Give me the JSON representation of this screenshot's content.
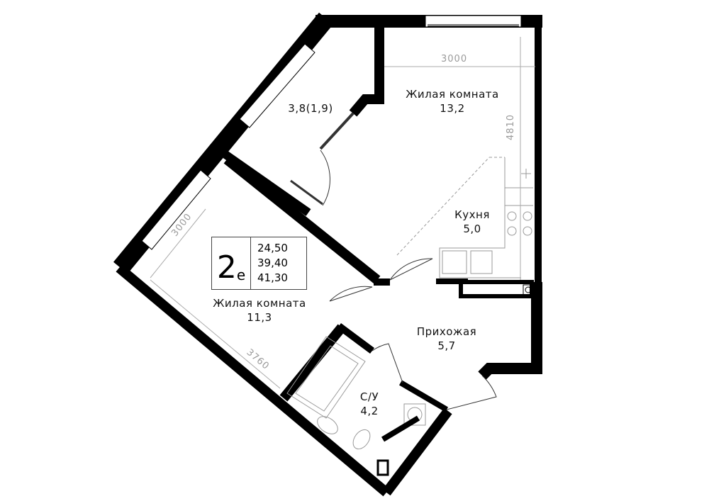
{
  "plan": {
    "unit_type_number": "2",
    "unit_type_suffix": "е",
    "areas": [
      "24,50",
      "39,40",
      "41,30"
    ]
  },
  "rooms": [
    {
      "name": "Жилая комната",
      "area": "13,2"
    },
    {
      "name": "3,8(1,9)",
      "area": ""
    },
    {
      "name": "Кухня",
      "area": "5,0"
    },
    {
      "name": "Жилая комната",
      "area": "11,3"
    },
    {
      "name": "Прихожая",
      "area": "5,7"
    },
    {
      "name": "С/У",
      "area": "4,2"
    }
  ],
  "dimensions": {
    "living1_width": "3000",
    "living1_depth": "4810",
    "living2_width": "3000",
    "living2_depth": "3760"
  },
  "colors": {
    "wall": "#000000",
    "dim": "#9a9a9a",
    "fixture": "#888888"
  }
}
